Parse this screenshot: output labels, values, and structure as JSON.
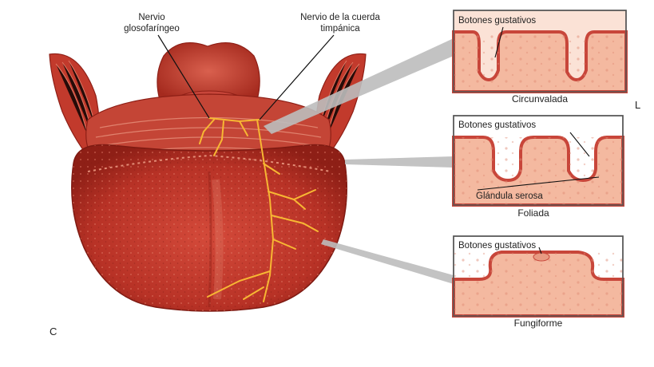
{
  "panel_letter": "C",
  "side_letter": "L",
  "nerves": {
    "glossopharyngeal": [
      "Nervio",
      "glosofaríngeo"
    ],
    "chorda_tympani": [
      "Nervio de la cuerda",
      "timpánica"
    ]
  },
  "insets": [
    {
      "caption": "Circunvalada",
      "label": "Botones gustativos"
    },
    {
      "caption": "Foliada",
      "label": "Botones gustativos",
      "extra_label": "Glándula serosa"
    },
    {
      "caption": "Fungiforme",
      "label": "Botones gustativos"
    }
  ],
  "colors": {
    "tongue": "#c0392b",
    "tongue_dark": "#8e1f16",
    "tissue": "#f6c6b0",
    "tissue_edge": "#c8463a",
    "nerve": "#f7b733",
    "connector": "#bdbdbd"
  }
}
